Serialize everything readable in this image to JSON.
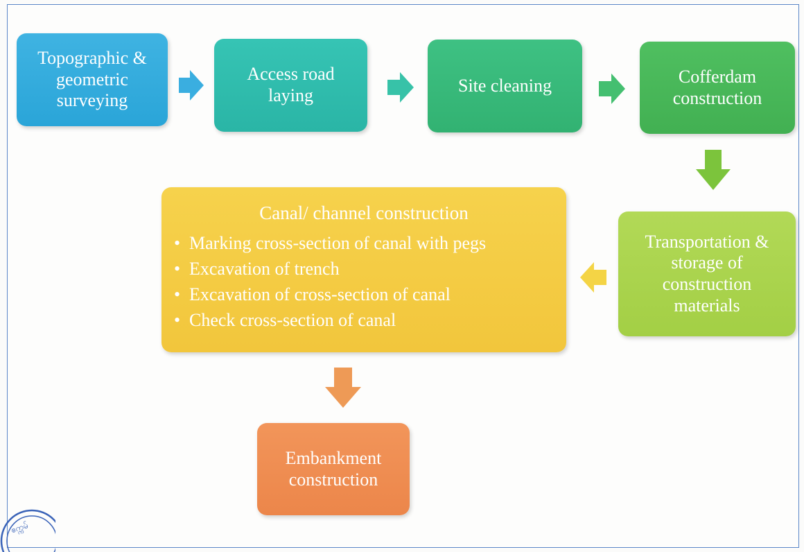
{
  "steps": [
    {
      "lines": [
        "Topographic &",
        "geometric",
        "surveying"
      ],
      "color": "#2aa5d8"
    },
    {
      "lines": [
        "Access road",
        "laying"
      ],
      "color": "#2ab5a6"
    },
    {
      "lines": [
        "Site cleaning"
      ],
      "color": "#32b272"
    },
    {
      "lines": [
        "Cofferdam",
        "construction"
      ],
      "color": "#42b052"
    },
    {
      "lines": [
        "Transportation &",
        "storage of",
        "construction",
        "materials"
      ],
      "color": "#a3cf45"
    },
    {
      "title": "Canal/ channel construction",
      "bullets": [
        "Marking cross-section of  canal with pegs",
        "Excavation of trench",
        "Excavation of cross-section of canal",
        "Check cross-section of canal"
      ],
      "bullet_symbol": "•",
      "color": "#f2c63c"
    },
    {
      "lines": [
        "Embankment",
        "construction"
      ],
      "color": "#ec864a"
    }
  ],
  "arrows": [
    {
      "name": "arrow-right-1",
      "direction": "right",
      "color": "#3aaee0"
    },
    {
      "name": "arrow-right-2",
      "direction": "right",
      "color": "#37c2a8"
    },
    {
      "name": "arrow-right-3",
      "direction": "right",
      "color": "#44bf70"
    },
    {
      "name": "arrow-down-1",
      "direction": "down",
      "color": "#7cc43c"
    },
    {
      "name": "arrow-left-1",
      "direction": "left",
      "color": "#f4d445"
    },
    {
      "name": "arrow-down-2",
      "direction": "down",
      "color": "#ee9a56"
    }
  ],
  "colors": {
    "frame_border": "#5a86c8",
    "seal": "#3a63b8"
  },
  "seal_text": "ဧက္ကမ်"
}
